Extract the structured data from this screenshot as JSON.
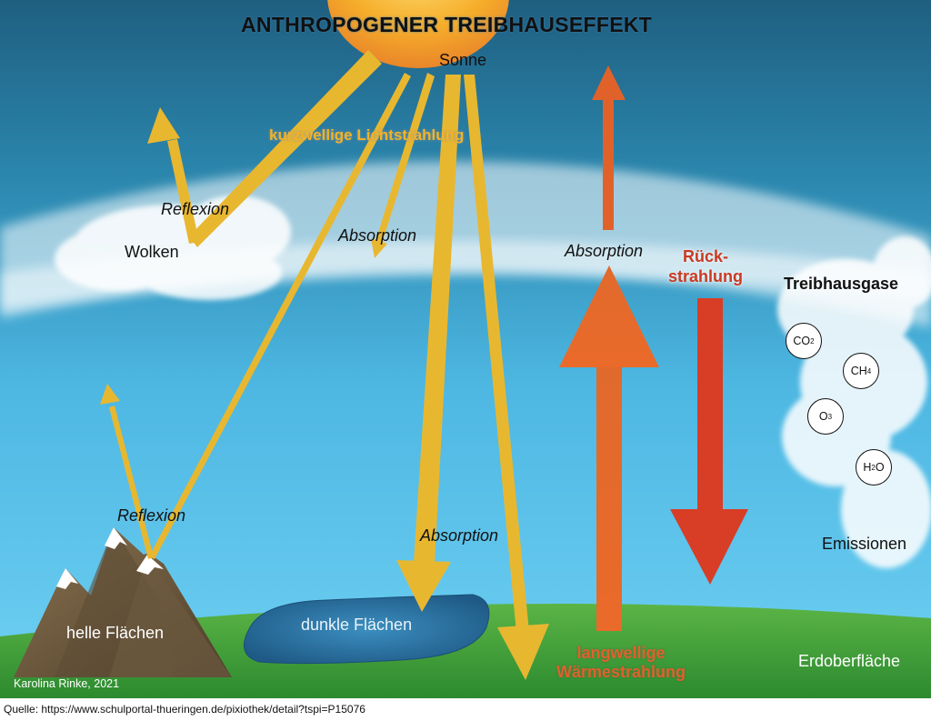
{
  "title": "ANTHROPOGENER TREIBHAUSEFFEKT",
  "labels": {
    "sun": "Sonne",
    "shortwave": "kurzwellige Lichtstrahlung",
    "reflection_clouds": "Reflexion",
    "clouds": "Wolken",
    "absorption_atmosphere": "Absorption",
    "absorption_upper": "Absorption",
    "back_radiation": "Rück-\nstrahlung",
    "greenhouse_gases": "Treibhausgase",
    "reflection_mountains": "Reflexion",
    "absorption_ground": "Absorption",
    "bright_surfaces": "helle Flächen",
    "dark_surfaces": "dunkle Flächen",
    "longwave": "langwellige\nWärmestrahlung",
    "emissions": "Emissionen",
    "earth_surface": "Erdoberfläche"
  },
  "gases": [
    {
      "base": "CO",
      "sub": "2",
      "tail": ""
    },
    {
      "base": "CH",
      "sub": "4",
      "tail": ""
    },
    {
      "base": "O",
      "sub": "3",
      "tail": ""
    },
    {
      "base": "H",
      "sub": "2",
      "tail": "O"
    }
  ],
  "credit": "Karolina Rinke, 2021",
  "source": "Quelle: https://www.schulportal-thueringen.de/pixiothek/detail?tspi=P15076",
  "colors": {
    "sky_top": "#1f6e93",
    "sky_bottom": "#5ec7ee",
    "sun": "#f5a623",
    "shortwave_arrow": "#e8b730",
    "longwave_arrow": "#e0622a",
    "back_radiation_arrow": "#d83d25",
    "ground": "#3fa33a",
    "lake": "#2b6f9c",
    "mountain": "#6e5a3f"
  }
}
